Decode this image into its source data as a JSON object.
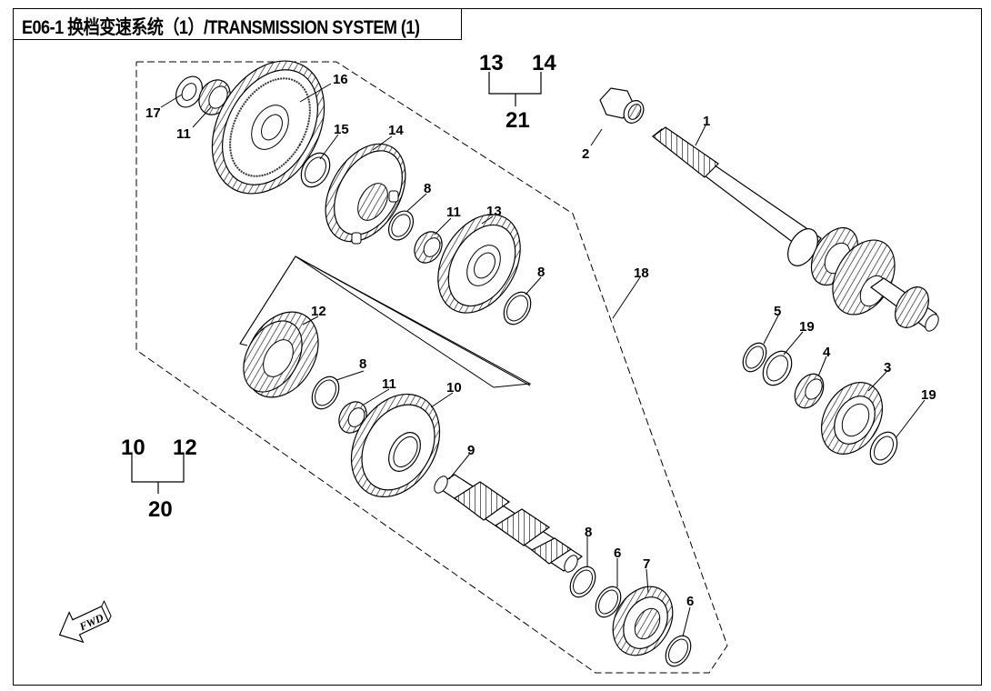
{
  "header": {
    "title": "E06-1 换档变速系统（1）/TRANSMISSION SYSTEM (1)"
  },
  "callouts": {
    "p1": "1",
    "p2": "2",
    "p3": "3",
    "p4": "4",
    "p5": "5",
    "p6a": "6",
    "p6b": "6",
    "p7": "7",
    "p8a": "8",
    "p8b": "8",
    "p8c": "8",
    "p8d": "8",
    "p9": "9",
    "p10": "10",
    "p11a": "11",
    "p11b": "11",
    "p11c": "11",
    "p12": "12",
    "p13": "13",
    "p14": "14",
    "p15": "15",
    "p16": "16",
    "p17": "17",
    "p18": "18",
    "p19a": "19",
    "p19b": "19"
  },
  "assemblies": {
    "a21": {
      "label": "21",
      "parts": [
        "13",
        "14"
      ]
    },
    "a20": {
      "label": "20",
      "parts": [
        "10",
        "12"
      ]
    }
  },
  "direction_marker": {
    "text": "FWD",
    "icon": "arrow-down-left-icon"
  }
}
